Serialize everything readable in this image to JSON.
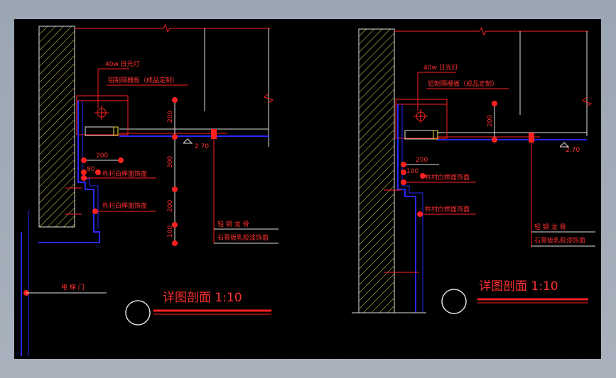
{
  "colors": {
    "background": "#000000",
    "line_red": "#ff2020",
    "line_blue": "#2828ff",
    "line_white": "#e0e0e0",
    "line_yellow": "#f0e040",
    "text_red": "#ff3030"
  },
  "left": {
    "lamp_label": "40w 日光灯",
    "panel_label": "铝制隔栅板（成品定制）",
    "dim_200_top": "200",
    "dim_300": "300",
    "dim_200_bottom": "200",
    "dim_100": "100",
    "dim_200_horiz": "200",
    "dim_80": "80",
    "level": "2.70",
    "veneer_1": "杵村白榉面饰面",
    "veneer_2": "杵村白榉面饰面",
    "keel": "轻 钢 龙 骨",
    "gypsum": "石膏板乳胶漆饰面",
    "elevator": "电 梯 门",
    "title": "详图剖面  1:10"
  },
  "right": {
    "lamp_label": "40w 日光灯",
    "panel_label": "铝制隔栅板（成品定制）",
    "dim_200_top": "200",
    "dim_200_horiz": "200",
    "dim_100": "100",
    "level": "2.70",
    "veneer_1": "杵村白榉面饰面",
    "veneer_2": "杵村白榉面饰面",
    "keel": "轻 钢 龙 骨",
    "gypsum": "石膏板乳胶漆饰面",
    "title": "详图剖面  1:10"
  }
}
